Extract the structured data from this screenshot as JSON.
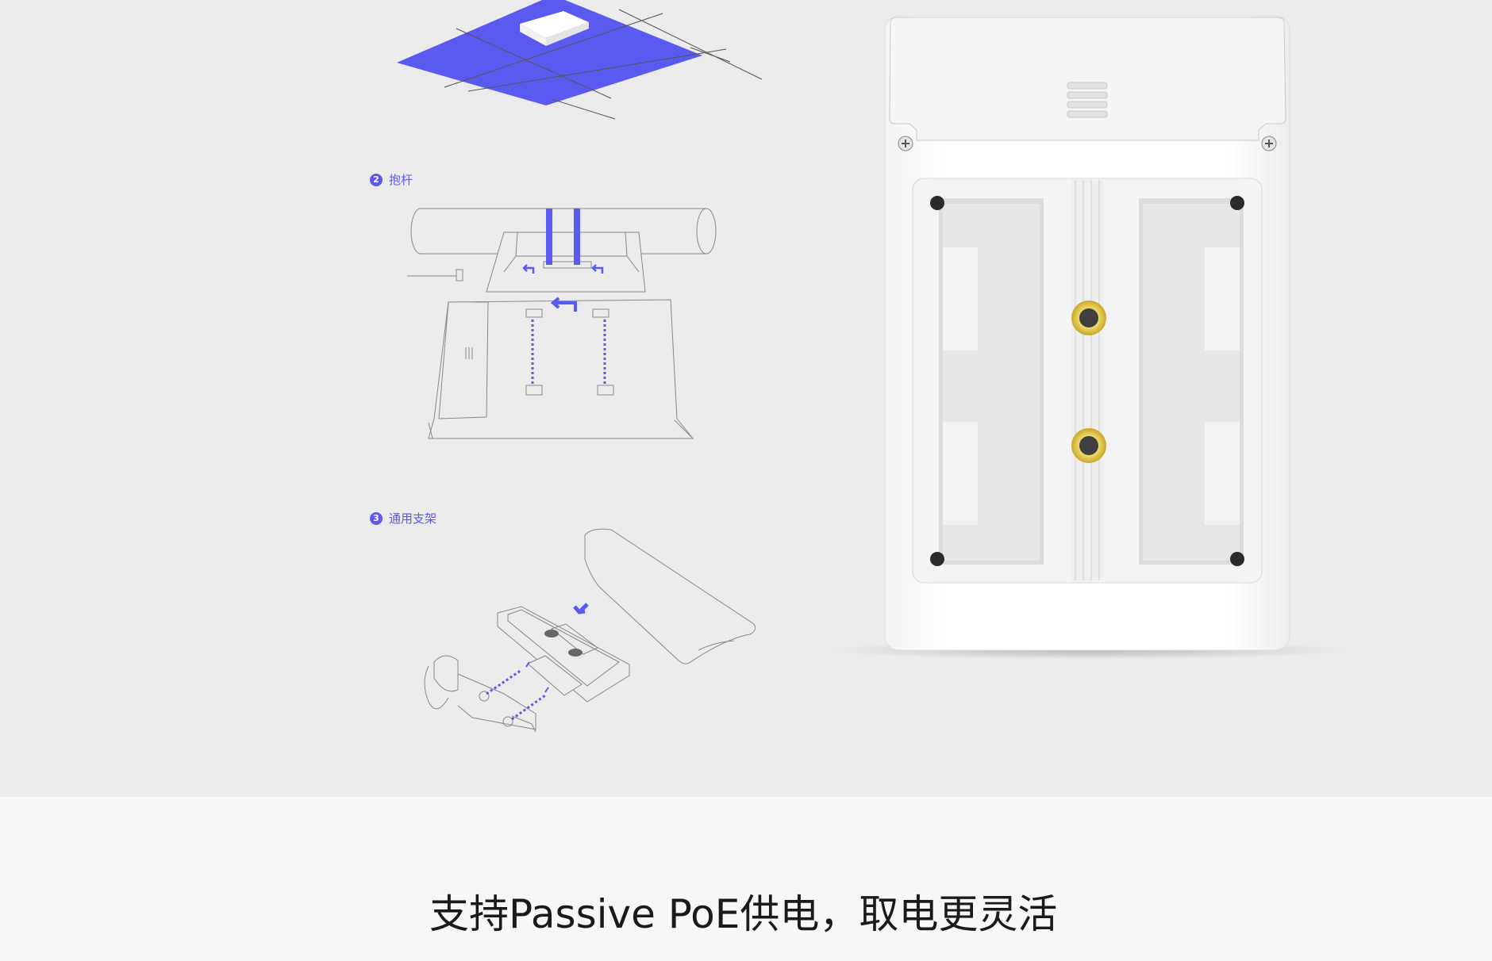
{
  "installation": {
    "steps": [
      {
        "number": "2",
        "label": "抱杆"
      },
      {
        "number": "3",
        "label": "通用支架"
      }
    ]
  },
  "poe": {
    "heading": "支持Passive PoE供电，取电更灵活"
  },
  "colors": {
    "accent": "#5a5af0",
    "section_bg": "#ebebeb",
    "page_bg": "#f7f7f7",
    "device_body": "#ffffff",
    "screw_gold": "#e3c84a"
  },
  "icons": {
    "ceiling_diagram": "ceiling-mount-diagram",
    "pole_diagram": "pole-mount-diagram",
    "bracket_diagram": "bracket-mount-diagram",
    "device": "access-point-back-view"
  }
}
